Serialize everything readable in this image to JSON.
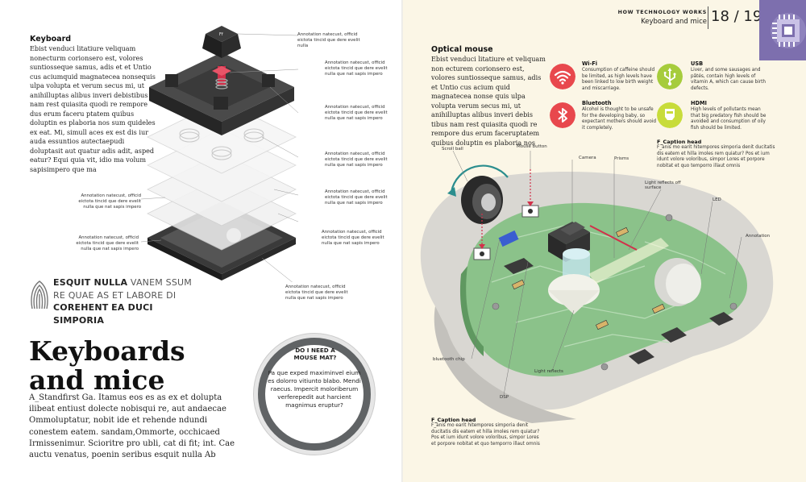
{
  "left": {
    "keyboard_heading": "Keyboard",
    "keyboard_body": "Ebist venduci litatiure veliquam nonecturm corionsero est, volores suntiosseque samus, adis et et Untio cus aciumquid magnatecea nonsequis ulpa volupta et verum secus mi, ut anihilluptas alibus inveri debistibus nam rest quiasita quodi re rempore dus erum faceru ptatem quibus doluptin es plaboria nos sum quideles ex eat. Mi, simull aces ex est dis iur auda essuntios autectaepudi doluptasit aut quatur adis adit, asped eatur? Equi quia vit, idio ma volum sapisimpero que ma",
    "annotations_right": [
      "Annotation natecust, officid eictota tincid que dere evelit nulla",
      "Annotation natecust, officid eictota tincid que dere evelit nulla que nat sapis impero",
      "Annotation natecust, officid eictota tincid que dere evelit nulla que nat sapis impero",
      "Annotation natecust, officid eictota tincid que dere evelit nulla que nat sapis impero",
      "Annotation natecust, officid eictota tincid que dere evelit nulla que nat sapis impero",
      "Annotation natecust, officid eictota tincid que dere evelit nulla que nat sapis impero",
      "Annotation natecust, officid eictota tincid que dere evelit nulla que nat sapis impero"
    ],
    "annotations_left": [
      "Annotation natecust, officid eictota tincid que dere evelit nulla que nat sapis impero",
      "Annotation natecust, officid eictota tincid que dere evelit nulla que nat sapis impero"
    ],
    "callout": {
      "w1": "ESQUIT NULLA",
      "w2": "VANEM",
      "w3": "SSUM RE QUAE AS ET",
      "w4": "LABORE DI",
      "w5": "COREHENT",
      "w6": "EA DUCI SIMPORIA"
    },
    "title_line1": "Keyboards",
    "title_line2": "and mice",
    "standfirst": "A_Standfirst Ga. Itamus eos es as ex et dolupta ilibeat entiust dolecte nobisqui re, aut andaecae Ommoluptatur, nobit ide et rehende ndundi conestem eatem. sandam,Ommorte, occhicaed Irmissenimur. Scioritre pro ubli, cat di fit; int. Cae auctu venatus, poenin seribus esquit nulla Ab",
    "mousemat": {
      "title": "DO I NEED A MOUSE MAT?",
      "body": "Pa que exped maximinvel eium es dolorro vitiunto blabo. Mendi raecus. Impercit moloriberum verferepedit aut harcient magnimus eruptur?"
    }
  },
  "right": {
    "running_head_1": "HOW TECHNOLOGY WORKS",
    "running_head_2": "Keyboard and mice",
    "folio": "18 / 19",
    "optical_heading": "Optical mouse",
    "optical_body": "Ebist venduci litatiure et veliquam non ecturem corionsero est, volores suntiosseque samus, adis et Untio cus acium quid magnatecea nonse quis ulpa volupta verum secus mi, ut anihilluptas alibus inveri debis tibus nam rest quiasita quodi re rempore dus erum faceruptatem quibus doluptin es plaboria nos",
    "features": [
      {
        "title": "Wi-Fi",
        "body": "Consumption of caffeine should be limited, as high levels have been linked to low birth weight and miscarriage.",
        "color": "#e8484d",
        "icon": "wifi-icon"
      },
      {
        "title": "USB",
        "body": "Liver, and some sausages and pâtés, contain high levels of vitamin A, which can cause birth defects.",
        "color": "#a6cc3c",
        "icon": "usb-icon"
      },
      {
        "title": "Bluetooth",
        "body": "Alcohol is thought to be unsafe for the developing baby, so expectant mothers should avoid it completely.",
        "color": "#e8484d",
        "icon": "bluetooth-icon"
      },
      {
        "title": "HDMI",
        "body": "High levels of pollutants mean that big predatory fish should be avoided and consumption of oily fish should be limited.",
        "color": "#c8dc3a",
        "icon": "hdmi-icon"
      }
    ],
    "caption_top": {
      "title": "F_Caption head",
      "body": "F_anis mo earit hitempores simporia denit ducitatis dis eatem et hilla imoles rem quiatur? Pos et ium idunt volore voloribus, simpor Lores et porpore nobitat et quo temporro illaut omnis"
    },
    "caption_bottom": {
      "title": "F_Caption head",
      "body": "F_anis mo earit hitempores simporia denit ducitatis dis eatem et hilla imoles rem quiatur? Pos et ium idunt volore voloribus, simpor Lores et porpore nobitat et quo temporro illaut omnis"
    },
    "mouse_labels": {
      "scroll_ball": "Scroll ball",
      "mouse_button": "Mouse button",
      "camera": "Camera",
      "prisms": "Prisms",
      "light_reflects_off": "Light reflects off surface",
      "led": "LED",
      "annotation": "Annotation",
      "bluetooth_chip": "bluetooth chip",
      "light_reflects": "Light reflects",
      "dsp": "DSP"
    }
  }
}
